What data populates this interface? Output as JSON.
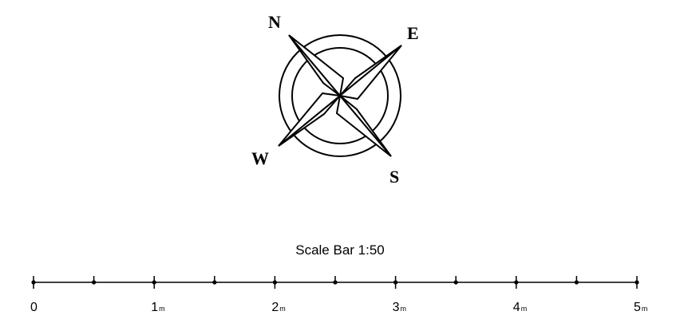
{
  "compass": {
    "labels": {
      "north": "N",
      "east": "E",
      "south": "S",
      "west": "W"
    },
    "stroke_color": "#000000"
  },
  "scale_bar": {
    "title": "Scale Bar 1:50",
    "unit": "m",
    "major_ticks": [
      {
        "value": "0",
        "unit": ""
      },
      {
        "value": "1",
        "unit": "m"
      },
      {
        "value": "2",
        "unit": "m"
      },
      {
        "value": "3",
        "unit": "m"
      },
      {
        "value": "4",
        "unit": "m"
      },
      {
        "value": "5",
        "unit": "m"
      }
    ],
    "minor_ticks_per_interval": 1
  }
}
